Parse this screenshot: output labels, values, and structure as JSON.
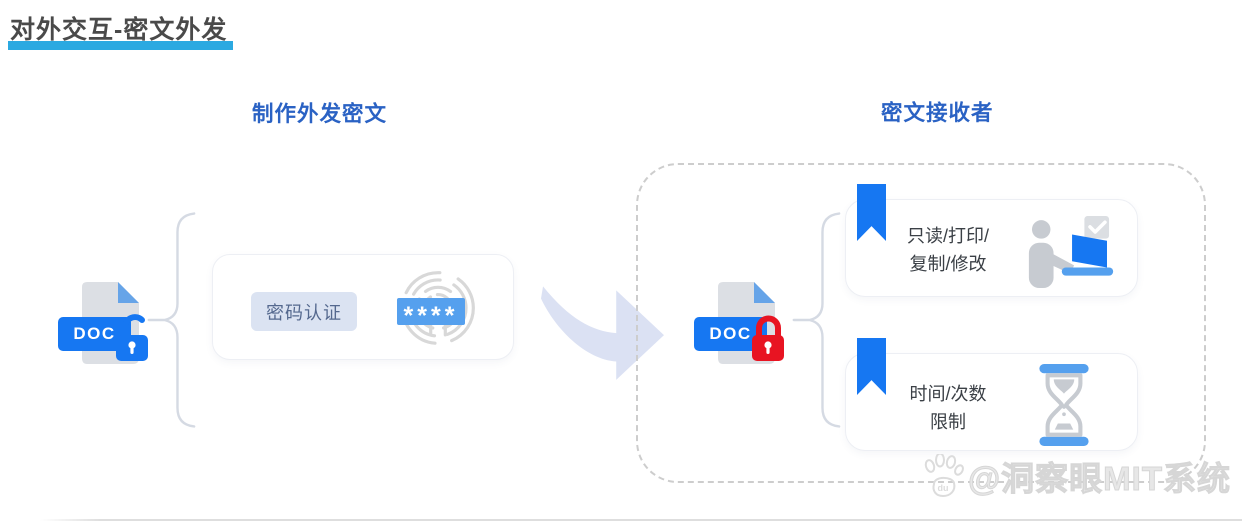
{
  "page": {
    "title": "对外交互-密文外发"
  },
  "sections": {
    "left": {
      "header": "制作外发密文"
    },
    "right": {
      "header": "密文接收者"
    }
  },
  "left_flow": {
    "doc_label": "DOC",
    "doc_state": "unlocked",
    "auth_label": "密码认证",
    "password_mask": "****"
  },
  "right_flow": {
    "doc_label": "DOC",
    "doc_state": "locked",
    "cards": [
      {
        "line1": "只读/打印/",
        "line2": "复制/修改",
        "icon": "person-laptop-icon"
      },
      {
        "line1": "时间/次数",
        "line2": "限制",
        "icon": "hourglass-icon"
      }
    ]
  },
  "watermark": {
    "handle": "@洞察眼MIT系统",
    "paw_label": "du"
  },
  "colors": {
    "accent_blue": "#1677f2",
    "light_blue": "#55a0ee",
    "title_underline_cyan": "#2ba9e1",
    "header_blue": "#2a62c4",
    "unlock_lock": "#1677f2",
    "locked_lock": "#e81422",
    "doc_body_gray": "#dcdfe4",
    "doc_fold_blue": "#66a4e8",
    "chip_bg": "#dbe3f2",
    "chip_text": "#54688e",
    "arrow_fill": "#dbe1f3",
    "brace_gray": "#d5dae3",
    "dashed_border": "#cdcdcd",
    "icon_gray": "#c7cbd1",
    "watermark_gray": "#e0e0e0"
  }
}
